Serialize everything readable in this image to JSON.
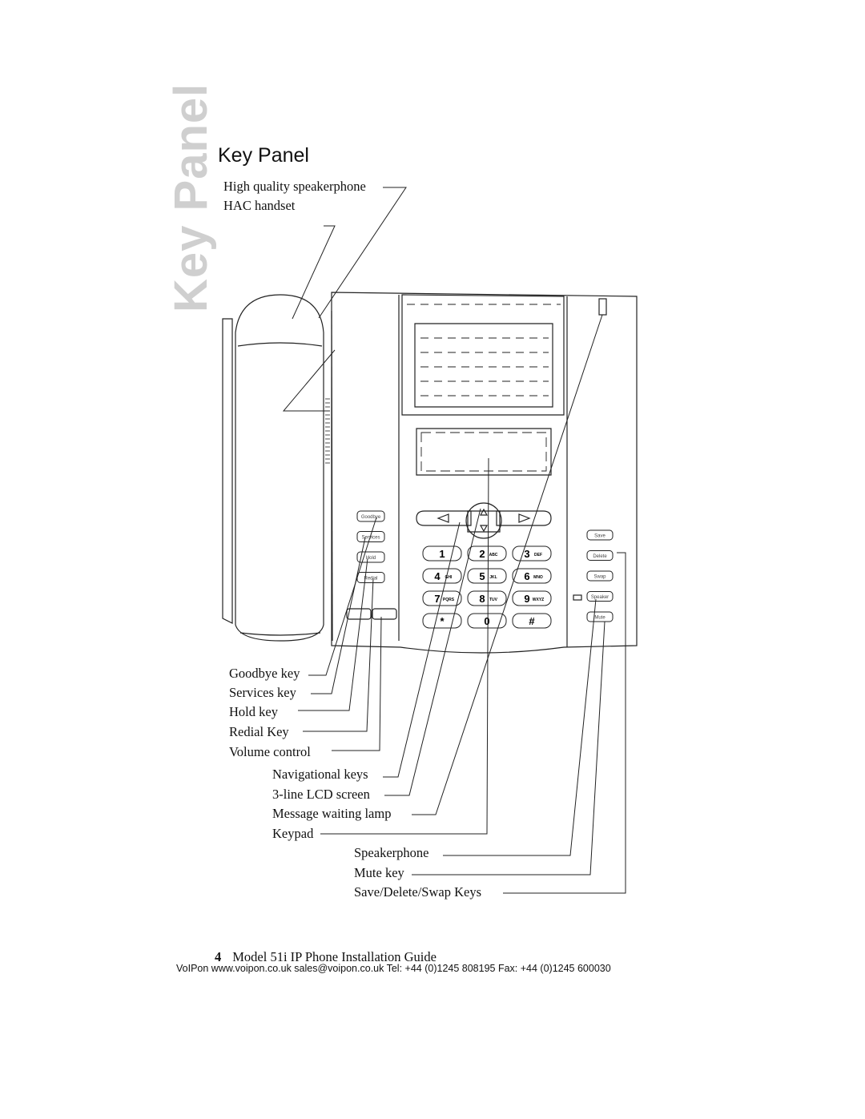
{
  "page": {
    "side_title": "Key Panel",
    "heading": "Key Panel",
    "footer_page_number": "4",
    "footer_title": "Model 51i IP Phone Installation Guide",
    "footer_contact": "VoIPon www.voipon.co.uk sales@voipon.co.uk Tel: +44 (0)1245 808195 Fax: +44 (0)1245 600030"
  },
  "labels": {
    "speakerphone_hq": "High quality speakerphone",
    "hac_handset": "HAC handset",
    "goodbye_key": "Goodbye key",
    "services_key": "Services key",
    "hold_key": "Hold key",
    "redial_key": "Redial Key",
    "volume_control": "Volume control",
    "navigational_keys": "Navigational keys",
    "lcd_screen": "3-line LCD screen",
    "message_lamp": "Message waiting lamp",
    "keypad": "Keypad",
    "speakerphone": "Speakerphone",
    "mute_key": "Mute key",
    "save_delete_swap": "Save/Delete/Swap Keys"
  },
  "phone_keys": {
    "left": [
      "Goodbye",
      "Services",
      "Hold",
      "Redial"
    ],
    "right": [
      "Save",
      "Delete",
      "Swap",
      "Speaker",
      "Mute"
    ],
    "keypad": [
      {
        "digit": "1",
        "letters": ""
      },
      {
        "digit": "2",
        "letters": "ABC"
      },
      {
        "digit": "3",
        "letters": "DEF"
      },
      {
        "digit": "4",
        "letters": "GHI"
      },
      {
        "digit": "5",
        "letters": "JKL"
      },
      {
        "digit": "6",
        "letters": "MNO"
      },
      {
        "digit": "7",
        "letters": "PQRS"
      },
      {
        "digit": "8",
        "letters": "TUV"
      },
      {
        "digit": "9",
        "letters": "WXYZ"
      },
      {
        "digit": "*",
        "letters": ""
      },
      {
        "digit": "0",
        "letters": ""
      },
      {
        "digit": "#",
        "letters": ""
      }
    ]
  }
}
